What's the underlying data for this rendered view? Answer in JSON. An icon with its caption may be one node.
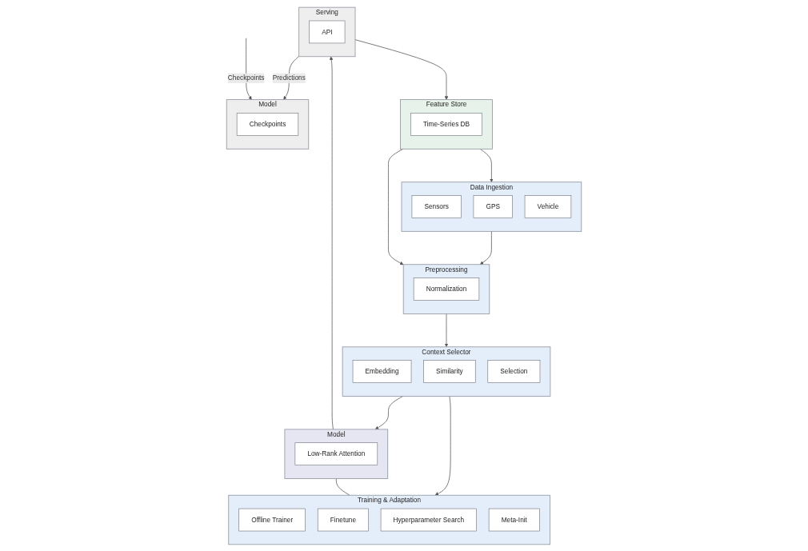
{
  "diagram": {
    "nodes": [
      {
        "text": [
          "Data Ingestion"
        ]
      },
      {
        "text": [
          "Sensors"
        ],
        "in": 0
      },
      {
        "text": [
          "GPS"
        ],
        "in": 0
      },
      {
        "text": [
          "Vehicle"
        ],
        "in": 0
      },
      {
        "text": [
          "Preprocessing"
        ]
      },
      {
        "text": [
          "Normalization"
        ],
        "in": 4
      },
      {
        "text": [
          "Context Selector"
        ]
      },
      {
        "text": [
          "Embedding"
        ],
        "in": 6
      },
      {
        "text": [
          "Similarity"
        ],
        "in": 6
      },
      {
        "text": [
          "Selection"
        ],
        "in": 6
      },
      {
        "text": [
          "Training & Adaptation"
        ]
      },
      {
        "text": [
          "Offline Trainer"
        ],
        "in": 10
      },
      {
        "text": [
          "Finetune"
        ],
        "in": 10
      },
      {
        "text": [
          "Hyperparameter Search"
        ],
        "in": 10
      },
      {
        "text": [
          "Meta-Init"
        ],
        "in": 10
      },
      {
        "text": [
          "Model"
        ]
      },
      {
        "text": [
          "Low-Rank Attention"
        ],
        "in": 15
      },
      {
        "text": [
          "Feature Store"
        ]
      },
      {
        "text": [
          "Time-Series DB"
        ],
        "in": 17
      },
      {
        "text": [
          "Serving"
        ]
      },
      {
        "text": [
          "API"
        ],
        "in": 19
      },
      {
        "text": [
          "Model"
        ]
      },
      {
        "text": [
          "Checkpoints"
        ],
        "in": 21
      }
    ],
    "edges": [
      {
        "from": 0,
        "to": 4,
        "arrow": "to"
      },
      {
        "from": 4,
        "to": 6,
        "arrow": "to"
      },
      {
        "from": 6,
        "to": 10,
        "arrow": "to"
      },
      {
        "from": 6,
        "to": 15,
        "arrow": "to"
      },
      {
        "from": 15,
        "to": 19,
        "arrow": "to"
      },
      {
        "from": 19,
        "to": 17,
        "arrow": "to"
      },
      {
        "from": 17,
        "to": 4,
        "arrow": "to"
      },
      {
        "from": 17,
        "to": 0,
        "arrow": "to"
      },
      {
        "from": 19,
        "to": 21,
        "arrow": "to",
        "label": "Predictions"
      },
      {
        "from": 15,
        "to": 10,
        "arrow": "none"
      },
      {
        "from": null,
        "to": 21,
        "arrow": "to",
        "label": "Checkpoints"
      }
    ]
  }
}
